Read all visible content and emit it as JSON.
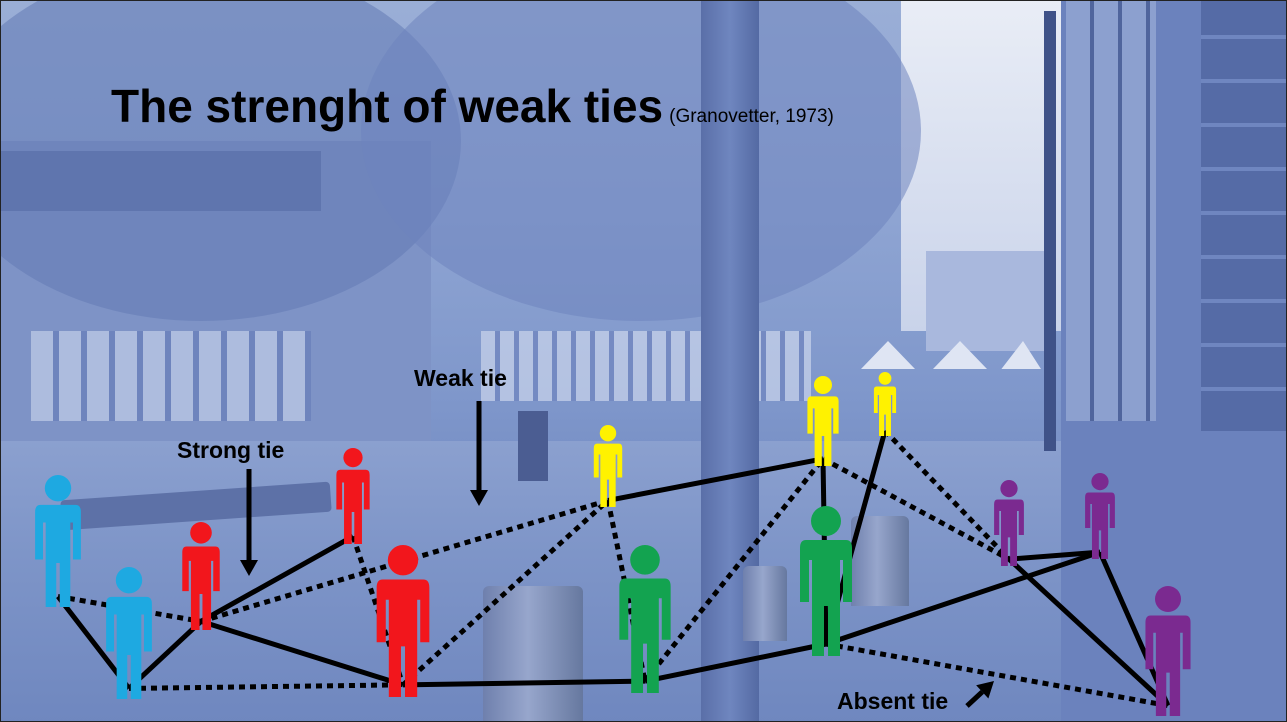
{
  "title": {
    "main": "The strenght of weak ties",
    "citation": "(Granovetter, 1973)"
  },
  "labels": {
    "strong": "Strong tie",
    "weak": "Weak tie",
    "absent": "Absent tie"
  },
  "colors": {
    "blue": "#1ea9e1",
    "red": "#f2161c",
    "yellow": "#fff200",
    "green": "#13a350",
    "purple": "#7b2a90",
    "tie": "#000000"
  },
  "people": [
    {
      "id": "blue-a",
      "color": "blue"
    },
    {
      "id": "blue-b",
      "color": "blue"
    },
    {
      "id": "red-a",
      "color": "red"
    },
    {
      "id": "red-b",
      "color": "red"
    },
    {
      "id": "red-c",
      "color": "red"
    },
    {
      "id": "yellow-a",
      "color": "yellow"
    },
    {
      "id": "yellow-b",
      "color": "yellow"
    },
    {
      "id": "yellow-c",
      "color": "yellow"
    },
    {
      "id": "green-a",
      "color": "green"
    },
    {
      "id": "green-b",
      "color": "green"
    },
    {
      "id": "purple-a",
      "color": "purple"
    },
    {
      "id": "purple-b",
      "color": "purple"
    },
    {
      "id": "purple-c",
      "color": "purple"
    }
  ],
  "ties": [
    {
      "from": "blue-a",
      "to": "blue-b",
      "kind": "strong"
    },
    {
      "from": "blue-b",
      "to": "red-a",
      "kind": "strong"
    },
    {
      "from": "red-a",
      "to": "red-b",
      "kind": "strong"
    },
    {
      "from": "red-a",
      "to": "red-c",
      "kind": "strong"
    },
    {
      "from": "red-c",
      "to": "green-a",
      "kind": "strong"
    },
    {
      "from": "yellow-a",
      "to": "yellow-b",
      "kind": "strong"
    },
    {
      "from": "yellow-b",
      "to": "green-b",
      "kind": "strong"
    },
    {
      "from": "yellow-c",
      "to": "green-b",
      "kind": "strong"
    },
    {
      "from": "green-a",
      "to": "green-b",
      "kind": "strong"
    },
    {
      "from": "green-b",
      "to": "purple-b",
      "kind": "strong"
    },
    {
      "from": "purple-a",
      "to": "purple-b",
      "kind": "strong"
    },
    {
      "from": "purple-a",
      "to": "purple-c",
      "kind": "strong"
    },
    {
      "from": "purple-b",
      "to": "purple-c",
      "kind": "strong"
    },
    {
      "from": "blue-a",
      "to": "red-a",
      "kind": "weak"
    },
    {
      "from": "blue-b",
      "to": "red-c",
      "kind": "weak"
    },
    {
      "from": "red-a",
      "to": "yellow-a",
      "kind": "weak"
    },
    {
      "from": "red-b",
      "to": "red-c",
      "kind": "weak"
    },
    {
      "from": "red-c",
      "to": "yellow-a",
      "kind": "weak"
    },
    {
      "from": "yellow-a",
      "to": "green-a",
      "kind": "weak"
    },
    {
      "from": "yellow-b",
      "to": "purple-a",
      "kind": "weak"
    },
    {
      "from": "yellow-c",
      "to": "purple-a",
      "kind": "weak"
    },
    {
      "from": "green-a",
      "to": "yellow-b",
      "kind": "weak"
    },
    {
      "from": "green-b",
      "to": "purple-c",
      "kind": "weak"
    }
  ]
}
